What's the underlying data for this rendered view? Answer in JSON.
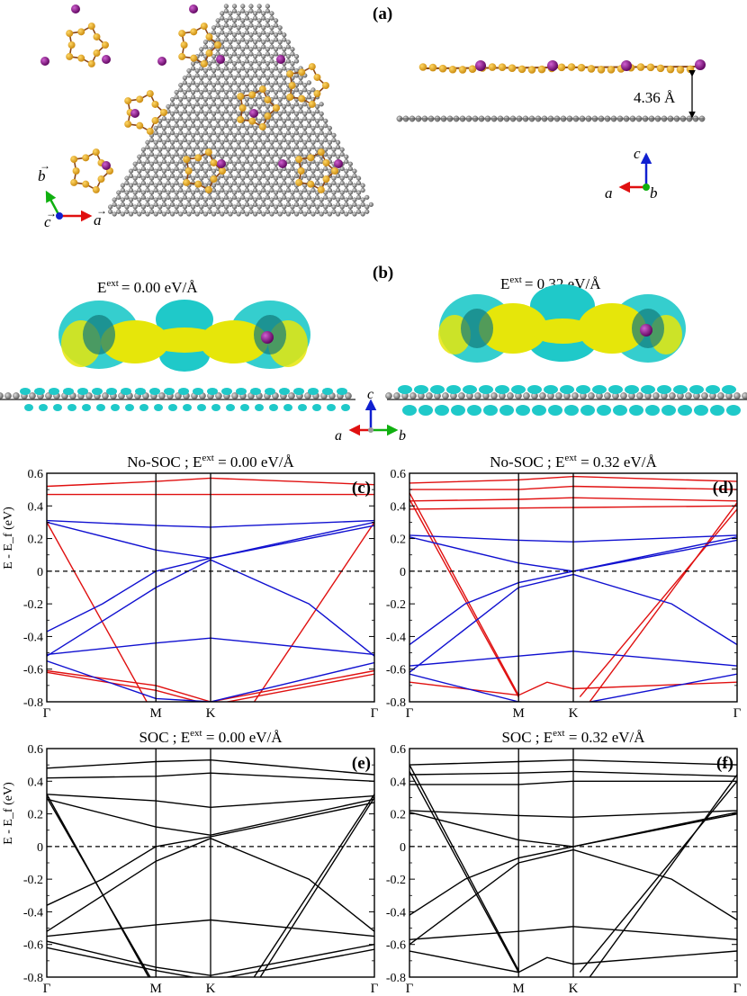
{
  "panel_a": {
    "label": "(a)",
    "distance": "4.36 Å",
    "axes_top": {
      "a": "a",
      "b": "b",
      "c": "c"
    },
    "axes_side": {
      "a": "a",
      "b": "b",
      "c": "c"
    }
  },
  "panel_b": {
    "label": "(b)",
    "left_field": "= 0.00 eV/Å",
    "right_field": "= 0.32 eV/Å",
    "e_sym": "E",
    "ext": "ext",
    "axes": {
      "a": "a",
      "b": "b",
      "c": "c"
    }
  },
  "colors": {
    "carbon": "#7f7f7f",
    "gold": "#e8a317",
    "bond_brown": "#8b4513",
    "purple": "#800080",
    "cyan": "#1fc9c9",
    "yellow": "#e6e60a",
    "red_band": "#e01010",
    "blue_band": "#1010d0",
    "black_band": "#000000",
    "axis_red": "#e01010",
    "axis_green": "#10b010",
    "axis_blue": "#1020d0"
  },
  "chart_data": [
    {
      "type": "line",
      "panel_label": "(c)",
      "title_prefix": "No-SOC ; E",
      "title_sup": "ext",
      "title_suffix": " = 0.00 eV/Å",
      "ylabel": "E - E_f (eV)",
      "ylim": [
        -0.8,
        0.6
      ],
      "yticks": [
        0.6,
        0.4,
        0.2,
        0,
        -0.2,
        -0.4,
        -0.6,
        -0.8
      ],
      "ytick_labels": [
        "0.6",
        "0.4",
        "0.2",
        "0",
        "-0.2",
        "-0.4",
        "-0.6",
        "-0.8"
      ],
      "xticks": [
        0,
        0.333,
        0.5,
        1.0
      ],
      "xtick_labels": [
        "Γ",
        "M",
        "K",
        "Γ"
      ],
      "fermi_level": 0,
      "series": [
        {
          "color": "red",
          "x": [
            0,
            0.333
          ],
          "y": [
            0.3,
            -0.9
          ]
        },
        {
          "color": "red",
          "x": [
            0.6,
            1.0
          ],
          "y": [
            -0.9,
            0.3
          ]
        },
        {
          "color": "red",
          "x": [
            0,
            1.0
          ],
          "y": [
            0.47,
            0.47
          ]
        },
        {
          "color": "red",
          "x": [
            0,
            0.333,
            0.5,
            1.0
          ],
          "y": [
            0.52,
            0.55,
            0.57,
            0.53
          ]
        },
        {
          "color": "red",
          "x": [
            0,
            0.333,
            0.5,
            1.0
          ],
          "y": [
            -0.61,
            -0.7,
            -0.8,
            -0.61
          ]
        },
        {
          "color": "red",
          "x": [
            0,
            0.333,
            0.5,
            1.0
          ],
          "y": [
            -0.62,
            -0.73,
            -0.82,
            -0.63
          ]
        },
        {
          "color": "blue",
          "x": [
            0,
            0.333,
            0.5,
            1.0
          ],
          "y": [
            0.31,
            0.28,
            0.27,
            0.31
          ]
        },
        {
          "color": "blue",
          "x": [
            0,
            0.333,
            0.5,
            1.0
          ],
          "y": [
            0.3,
            0.13,
            0.08,
            0.3
          ]
        },
        {
          "color": "blue",
          "x": [
            0,
            0.17,
            0.333,
            0.5,
            1.0
          ],
          "y": [
            -0.37,
            -0.2,
            0.0,
            0.08,
            0.28
          ]
        },
        {
          "color": "blue",
          "x": [
            0,
            0.333,
            0.5,
            0.8,
            1.0
          ],
          "y": [
            -0.52,
            -0.1,
            0.07,
            -0.2,
            -0.52
          ]
        },
        {
          "color": "blue",
          "x": [
            0,
            0.333,
            0.5,
            1.0
          ],
          "y": [
            -0.51,
            -0.44,
            -0.41,
            -0.51
          ]
        },
        {
          "color": "blue",
          "x": [
            0,
            0.333,
            0.5,
            1.0
          ],
          "y": [
            -0.55,
            -0.78,
            -0.8,
            -0.56
          ]
        }
      ]
    },
    {
      "type": "line",
      "panel_label": "(d)",
      "title_prefix": "No-SOC ; E",
      "title_sup": "ext",
      "title_suffix": " = 0.32 eV/Å",
      "ylabel": "",
      "ylim": [
        -0.8,
        0.6
      ],
      "yticks": [
        0.6,
        0.4,
        0.2,
        0,
        -0.2,
        -0.4,
        -0.6,
        -0.8
      ],
      "ytick_labels": [
        "0.6",
        "0.4",
        "0.2",
        "0",
        "-0.2",
        "-0.4",
        "-0.6",
        "-0.8"
      ],
      "xticks": [
        0,
        0.333,
        0.5,
        1.0
      ],
      "xtick_labels": [
        "Γ",
        "M",
        "K",
        "Γ"
      ],
      "fermi_level": 0,
      "series": [
        {
          "color": "red",
          "x": [
            0,
            0.333
          ],
          "y": [
            0.44,
            -0.77
          ]
        },
        {
          "color": "red",
          "x": [
            0,
            0.333
          ],
          "y": [
            0.48,
            -0.76
          ]
        },
        {
          "color": "red",
          "x": [
            0.52,
            1.0
          ],
          "y": [
            -0.77,
            0.38
          ]
        },
        {
          "color": "red",
          "x": [
            0.55,
            1.0
          ],
          "y": [
            -0.8,
            0.42
          ]
        },
        {
          "color": "red",
          "x": [
            0,
            1.0
          ],
          "y": [
            0.38,
            0.4
          ]
        },
        {
          "color": "red",
          "x": [
            0,
            0.333,
            0.5,
            1.0
          ],
          "y": [
            0.43,
            0.44,
            0.45,
            0.43
          ]
        },
        {
          "color": "red",
          "x": [
            0,
            0.333,
            0.5,
            1.0
          ],
          "y": [
            0.5,
            0.5,
            0.52,
            0.5
          ]
        },
        {
          "color": "red",
          "x": [
            0,
            0.333,
            0.5,
            1.0
          ],
          "y": [
            0.54,
            0.56,
            0.58,
            0.55
          ]
        },
        {
          "color": "red",
          "x": [
            0,
            0.333,
            0.42,
            0.5,
            1.0
          ],
          "y": [
            -0.68,
            -0.76,
            -0.68,
            -0.72,
            -0.68
          ]
        },
        {
          "color": "blue",
          "x": [
            0,
            0.333,
            0.5,
            1.0
          ],
          "y": [
            0.22,
            0.19,
            0.18,
            0.22
          ]
        },
        {
          "color": "blue",
          "x": [
            0,
            0.333,
            0.5,
            1.0
          ],
          "y": [
            0.21,
            0.05,
            0.0,
            0.21
          ]
        },
        {
          "color": "blue",
          "x": [
            0,
            0.17,
            0.333,
            0.5,
            1.0
          ],
          "y": [
            -0.45,
            -0.2,
            -0.07,
            0.0,
            0.19
          ]
        },
        {
          "color": "blue",
          "x": [
            0,
            0.333,
            0.5,
            0.8,
            1.0
          ],
          "y": [
            -0.62,
            -0.1,
            -0.02,
            -0.2,
            -0.45
          ]
        },
        {
          "color": "blue",
          "x": [
            0,
            0.333,
            0.5,
            1.0
          ],
          "y": [
            -0.58,
            -0.52,
            -0.49,
            -0.58
          ]
        },
        {
          "color": "blue",
          "x": [
            0,
            0.333,
            0.5,
            1.0
          ],
          "y": [
            -0.63,
            -0.8,
            -0.82,
            -0.63
          ]
        }
      ]
    },
    {
      "type": "line",
      "panel_label": "(e)",
      "title_prefix": "SOC ; E",
      "title_sup": "ext",
      "title_suffix": " = 0.00 eV/Å",
      "ylabel": "E - E_f (eV)",
      "ylim": [
        -0.8,
        0.6
      ],
      "yticks": [
        0.6,
        0.4,
        0.2,
        0,
        -0.2,
        -0.4,
        -0.6,
        -0.8
      ],
      "ytick_labels": [
        "0.6",
        "0.4",
        "0.2",
        "0",
        "-0.2",
        "-0.4",
        "-0.6",
        "-0.8"
      ],
      "xticks": [
        0,
        0.333,
        0.5,
        1.0
      ],
      "xtick_labels": [
        "Γ",
        "M",
        "K",
        "Γ"
      ],
      "fermi_level": 0,
      "series": [
        {
          "color": "black",
          "x": [
            0,
            0.333
          ],
          "y": [
            0.32,
            -0.88
          ]
        },
        {
          "color": "black",
          "x": [
            0,
            0.333
          ],
          "y": [
            0.3,
            -0.86
          ]
        },
        {
          "color": "black",
          "x": [
            0.6,
            1.0
          ],
          "y": [
            -0.9,
            0.32
          ]
        },
        {
          "color": "black",
          "x": [
            0.62,
            1.0
          ],
          "y": [
            -0.9,
            0.3
          ]
        },
        {
          "color": "black",
          "x": [
            0,
            0.333,
            0.5,
            1.0
          ],
          "y": [
            0.42,
            0.43,
            0.45,
            0.4
          ]
        },
        {
          "color": "black",
          "x": [
            0,
            0.333,
            0.5,
            1.0
          ],
          "y": [
            0.48,
            0.52,
            0.53,
            0.44
          ]
        },
        {
          "color": "black",
          "x": [
            0,
            0.333,
            0.5,
            1.0
          ],
          "y": [
            0.32,
            0.28,
            0.24,
            0.31
          ]
        },
        {
          "color": "black",
          "x": [
            0,
            0.333,
            0.5,
            1.0
          ],
          "y": [
            0.29,
            0.12,
            0.07,
            0.29
          ]
        },
        {
          "color": "black",
          "x": [
            0,
            0.17,
            0.333,
            0.5,
            1.0
          ],
          "y": [
            -0.36,
            -0.2,
            0.0,
            0.06,
            0.27
          ]
        },
        {
          "color": "black",
          "x": [
            0,
            0.333,
            0.5,
            0.8,
            1.0
          ],
          "y": [
            -0.52,
            -0.09,
            0.05,
            -0.2,
            -0.52
          ]
        },
        {
          "color": "black",
          "x": [
            0,
            0.333,
            0.5,
            1.0
          ],
          "y": [
            -0.55,
            -0.48,
            -0.45,
            -0.55
          ]
        },
        {
          "color": "black",
          "x": [
            0,
            0.333,
            0.5,
            1.0
          ],
          "y": [
            -0.58,
            -0.74,
            -0.79,
            -0.6
          ]
        },
        {
          "color": "black",
          "x": [
            0,
            0.333,
            0.5,
            1.0
          ],
          "y": [
            -0.62,
            -0.76,
            -0.82,
            -0.63
          ]
        }
      ]
    },
    {
      "type": "line",
      "panel_label": "(f)",
      "title_prefix": "SOC ; E",
      "title_sup": "ext",
      "title_suffix": " = 0.32 eV/Å",
      "ylabel": "",
      "ylim": [
        -0.8,
        0.6
      ],
      "yticks": [
        0.6,
        0.4,
        0.2,
        0,
        -0.2,
        -0.4,
        -0.6,
        -0.8
      ],
      "ytick_labels": [
        "0.6",
        "0.4",
        "0.2",
        "0",
        "-0.2",
        "-0.4",
        "-0.6",
        "-0.8"
      ],
      "xticks": [
        0,
        0.333,
        0.5,
        1.0
      ],
      "xtick_labels": [
        "Γ",
        "M",
        "K",
        "Γ"
      ],
      "fermi_level": 0,
      "series": [
        {
          "color": "black",
          "x": [
            0,
            0.333
          ],
          "y": [
            0.46,
            -0.77
          ]
        },
        {
          "color": "black",
          "x": [
            0,
            0.333
          ],
          "y": [
            0.5,
            -0.76
          ]
        },
        {
          "color": "black",
          "x": [
            0.52,
            1.0
          ],
          "y": [
            -0.77,
            0.4
          ]
        },
        {
          "color": "black",
          "x": [
            0.55,
            1.0
          ],
          "y": [
            -0.8,
            0.44
          ]
        },
        {
          "color": "black",
          "x": [
            0,
            0.333,
            0.5,
            1.0
          ],
          "y": [
            0.38,
            0.38,
            0.4,
            0.4
          ]
        },
        {
          "color": "black",
          "x": [
            0,
            0.333,
            0.5,
            1.0
          ],
          "y": [
            0.44,
            0.45,
            0.46,
            0.43
          ]
        },
        {
          "color": "black",
          "x": [
            0,
            0.333,
            0.5,
            1.0
          ],
          "y": [
            0.5,
            0.52,
            0.53,
            0.5
          ]
        },
        {
          "color": "black",
          "x": [
            0,
            0.333,
            0.5,
            1.0
          ],
          "y": [
            0.22,
            0.19,
            0.18,
            0.22
          ]
        },
        {
          "color": "black",
          "x": [
            0,
            0.333,
            0.5,
            1.0
          ],
          "y": [
            0.21,
            0.04,
            0.0,
            0.21
          ]
        },
        {
          "color": "black",
          "x": [
            0,
            0.17,
            0.333,
            0.5,
            1.0
          ],
          "y": [
            -0.42,
            -0.2,
            -0.07,
            0.0,
            0.2
          ]
        },
        {
          "color": "black",
          "x": [
            0,
            0.333,
            0.5,
            0.8,
            1.0
          ],
          "y": [
            -0.6,
            -0.1,
            -0.02,
            -0.2,
            -0.45
          ]
        },
        {
          "color": "black",
          "x": [
            0,
            0.333,
            0.5,
            1.0
          ],
          "y": [
            -0.57,
            -0.52,
            -0.49,
            -0.57
          ]
        },
        {
          "color": "black",
          "x": [
            0,
            0.333,
            0.42,
            0.5,
            1.0
          ],
          "y": [
            -0.64,
            -0.77,
            -0.68,
            -0.72,
            -0.64
          ]
        }
      ]
    }
  ]
}
